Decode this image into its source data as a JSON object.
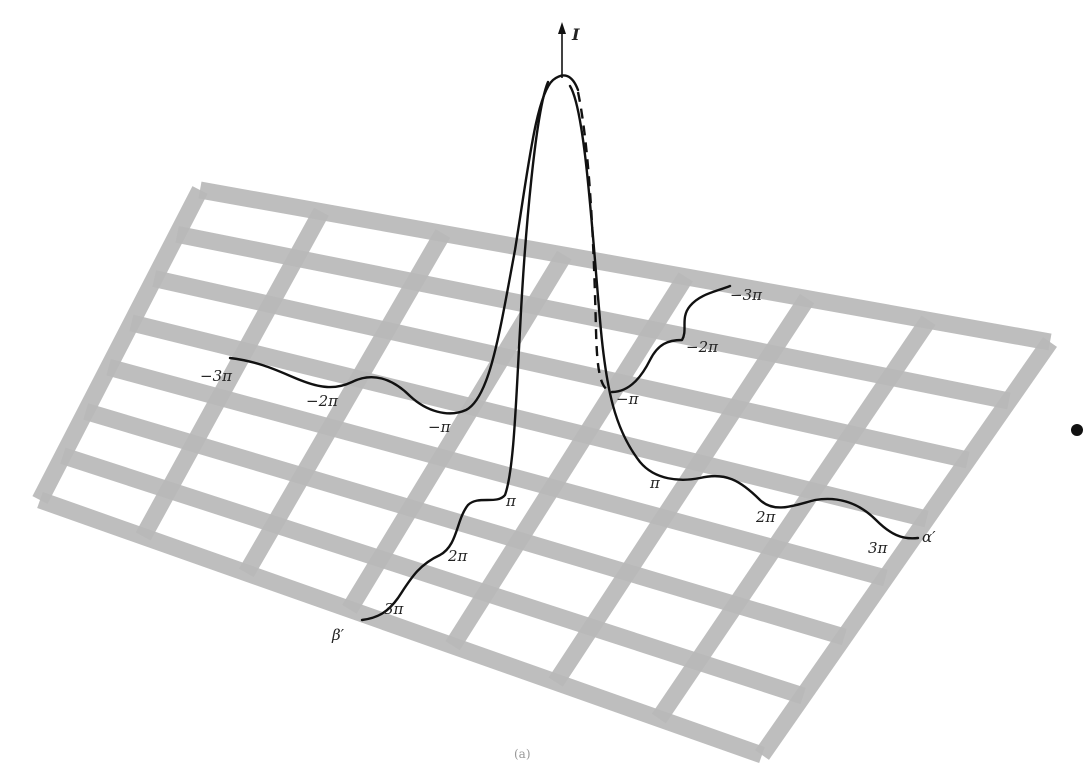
{
  "figure": {
    "axis_label": "I",
    "caption_fragment": "(a)",
    "bullet": "•"
  },
  "alpha_axis": {
    "end_label": "α′",
    "positive_ticks": [
      "π",
      "2π",
      "3π"
    ],
    "negative_ticks": [
      "−π",
      "−2π",
      "−3π"
    ]
  },
  "beta_axis": {
    "end_label": "β′",
    "positive_ticks": [
      "π",
      "2π",
      "3π"
    ],
    "negative_ticks": [
      "−π",
      "−2π",
      "−3π"
    ]
  },
  "colors": {
    "grid": "#b9b9b9",
    "curve": "#111111",
    "background": "#ffffff"
  }
}
